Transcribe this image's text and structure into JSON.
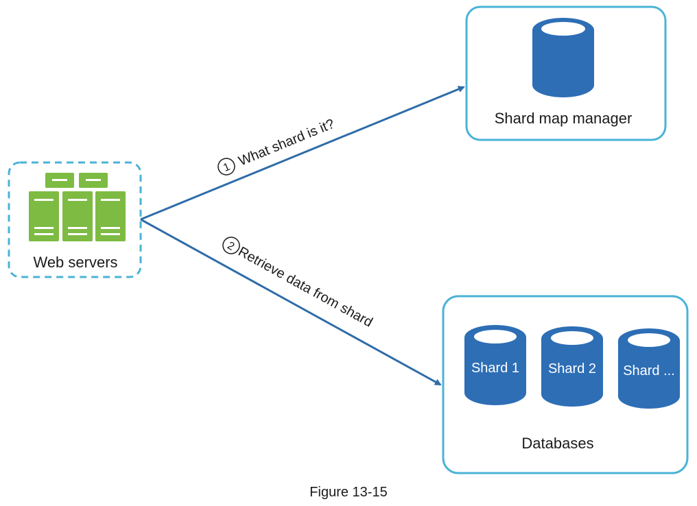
{
  "colors": {
    "box_border": "#4ab3d6",
    "db_blue": "#2d6eb5",
    "server_green": "#7dbb42",
    "arrow": "#2f6ca8",
    "text": "#1a1a1a"
  },
  "nodes": {
    "web_servers": {
      "label": "Web servers",
      "icon": "server-rack-icon"
    },
    "shard_map_manager": {
      "label": "Shard map manager",
      "icon": "database-icon"
    },
    "databases": {
      "label": "Databases",
      "shards": [
        {
          "label": "Shard 1"
        },
        {
          "label": "Shard 2"
        },
        {
          "label": "Shard ..."
        }
      ]
    }
  },
  "edges": [
    {
      "step": "1",
      "label": "What shard is it?",
      "from": "web_servers",
      "to": "shard_map_manager"
    },
    {
      "step": "2",
      "label": "Retrieve data from shard",
      "from": "web_servers",
      "to": "databases"
    }
  ],
  "caption": "Figure 13-15"
}
